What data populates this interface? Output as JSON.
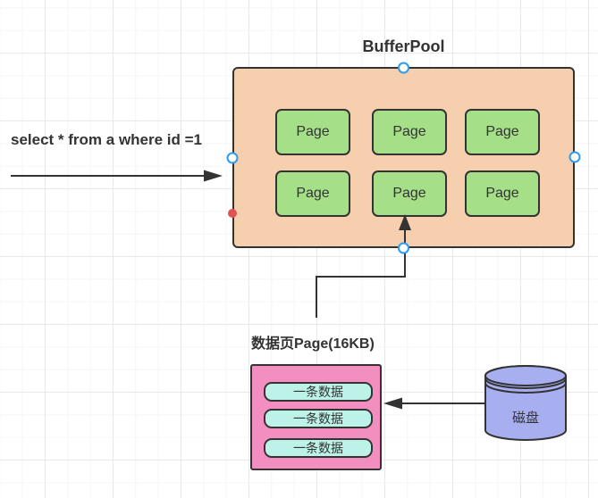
{
  "bufferpool": {
    "title": "BufferPool",
    "pages": [
      "Page",
      "Page",
      "Page",
      "Page",
      "Page",
      "Page"
    ]
  },
  "query": {
    "text": "select * from a where id =1"
  },
  "datapage": {
    "label": "数据页Page(16KB)",
    "rows": [
      "一条数据",
      "一条数据",
      "一条数据"
    ]
  },
  "disk": {
    "label": "磁盘"
  },
  "colors": {
    "bufferpool_fill": "#f6cfae",
    "page_fill": "#a5e089",
    "datapage_fill": "#f38fc0",
    "row_fill": "#bdf2e9",
    "disk_fill": "#a8aff0",
    "shape_border": "#333333",
    "arrow": "#333333",
    "handle_blue": "#2e9bf0",
    "handle_red": "#e15151",
    "text": "#333333"
  }
}
